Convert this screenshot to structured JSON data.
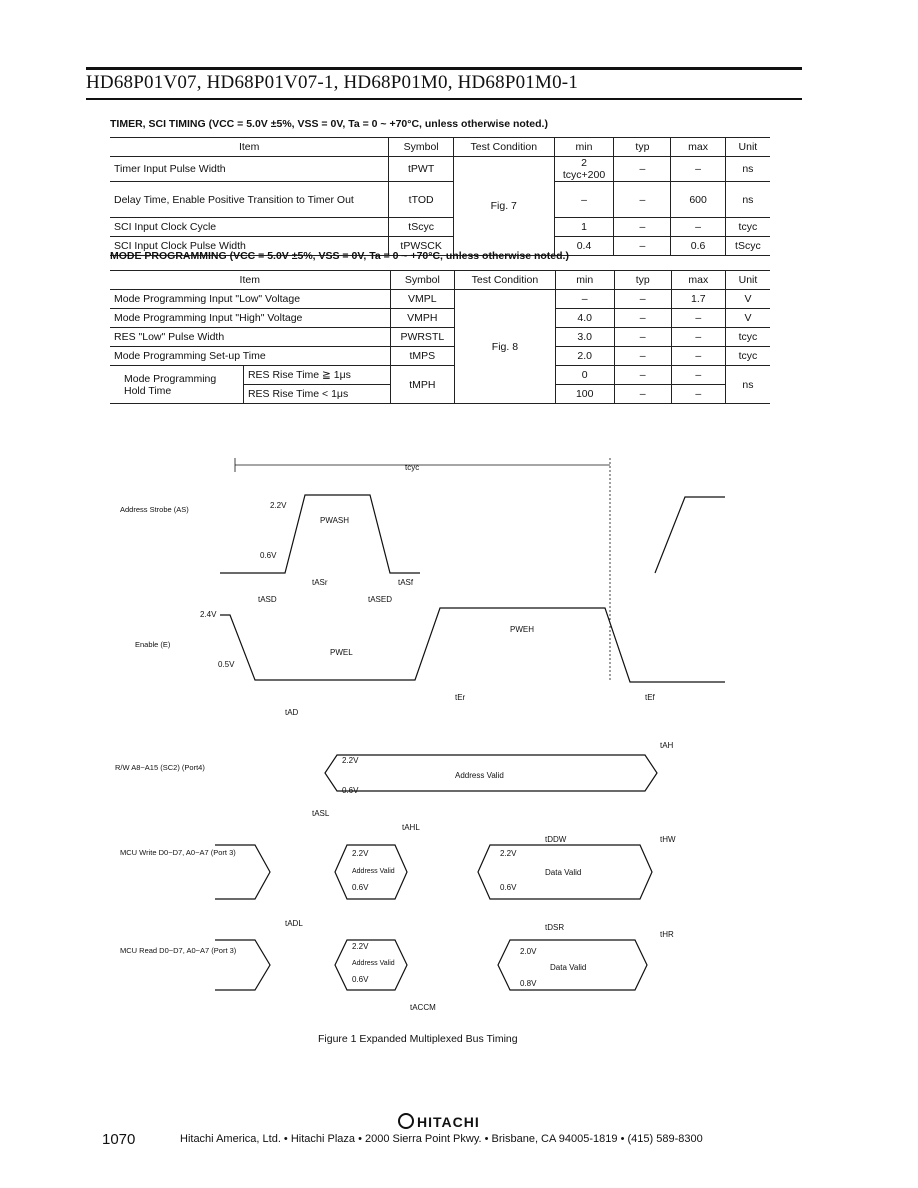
{
  "doc_title": "HD68P01V07, HD68P01V07-1, HD68P01M0, HD68P01M0-1",
  "timer_sci": {
    "title": "TIMER, SCI TIMING (VCC = 5.0V ±5%, VSS = 0V, Ta = 0 ~ +70°C, unless otherwise noted.)",
    "headers": [
      "Item",
      "Symbol",
      "Test Condition",
      "min",
      "typ",
      "max",
      "Unit"
    ],
    "rows": [
      {
        "item": "Timer Input Pulse Width",
        "symbol": "tPWT",
        "cond": "",
        "min": "2 tcyc+200",
        "typ": "–",
        "max": "–",
        "unit": "ns"
      },
      {
        "item": "Delay Time, Enable Positive Transition to Timer Out",
        "symbol": "tTOD",
        "cond": "Fig. 7",
        "min": "–",
        "typ": "–",
        "max": "600",
        "unit": "ns"
      },
      {
        "item": "SCI Input Clock Cycle",
        "symbol": "tScyc",
        "cond": "",
        "min": "1",
        "typ": "–",
        "max": "–",
        "unit": "tcyc"
      },
      {
        "item": "SCI Input Clock Pulse Width",
        "symbol": "tPWSCK",
        "cond": "",
        "min": "0.4",
        "typ": "–",
        "max": "0.6",
        "unit": "tScyc"
      }
    ]
  },
  "mode_prog": {
    "title": "MODE PROGRAMMING (VCC = 5.0V ±5%, VSS = 0V, Ta = 0 ~ +70°C, unless otherwise noted.)",
    "headers": [
      "Item",
      "Symbol",
      "Test Condition",
      "min",
      "typ",
      "max",
      "Unit"
    ],
    "rows": [
      {
        "item": "Mode Programming Input \"Low\" Voltage",
        "symbol": "VMPL",
        "cond": "",
        "min": "–",
        "typ": "–",
        "max": "1.7",
        "unit": "V"
      },
      {
        "item": "Mode Programming Input \"High\" Voltage",
        "symbol": "VMPH",
        "cond": "",
        "min": "4.0",
        "typ": "–",
        "max": "–",
        "unit": "V"
      },
      {
        "item": "RES \"Low\" Pulse Width",
        "symbol": "PWRSTL",
        "cond": "Fig. 8",
        "min": "3.0",
        "typ": "–",
        "max": "–",
        "unit": "tcyc"
      },
      {
        "item": "Mode Programming Set-up Time",
        "symbol": "tMPS",
        "cond": "",
        "min": "2.0",
        "typ": "–",
        "max": "–",
        "unit": "tcyc"
      }
    ],
    "hold": {
      "item": "Mode Programming Hold Time",
      "sub1": "RES Rise Time ≧ 1μs",
      "sub2": "RES Rise Time < 1μs",
      "symbol": "tMPH",
      "min1": "0",
      "min2": "100",
      "typ": "–",
      "max": "–",
      "unit": "ns"
    }
  },
  "diagram": {
    "tcyc": "tcyc",
    "as_label": "Address Strobe (AS)",
    "e_label": "Enable (E)",
    "rw_label": "R/W  A8~A15 (SC2) (Port4)",
    "write_label": "MCU Write D0~D7, A0~A7 (Port 3)",
    "read_label": "MCU Read D0~D7, A0~A7 (Port 3)",
    "v22": "2.2V",
    "v06": "0.6V",
    "v24": "2.4V",
    "v05": "0.5V",
    "v20": "2.0V",
    "v08": "0.8V",
    "pwash": "PWASH",
    "tasr": "tASr",
    "tasf": "tASf",
    "tasd": "tASD",
    "tased": "tASED",
    "pwel": "PWEL",
    "pweh": "PWEH",
    "tef": "tEf",
    "ter": "tEr",
    "tad": "tAD",
    "tah": "tAH",
    "address_valid": "Address Valid",
    "tasl": "tASL",
    "tahl": "tAHL",
    "tddw": "tDDW",
    "thw": "tHW",
    "addr_valid2": "Address Valid",
    "data_valid": "Data Valid",
    "tadl": "tADL",
    "tdsr": "tDSR",
    "thr": "tHR",
    "taccm": "tACCM"
  },
  "caption": "Figure 1   Expanded Multiplexed Bus Timing",
  "brand": "HITACHI",
  "page_number": "1070",
  "footer": "Hitachi America, Ltd. • Hitachi Plaza • 2000 Sierra Point Pkwy. • Brisbane, CA 94005-1819 • (415) 589-8300"
}
